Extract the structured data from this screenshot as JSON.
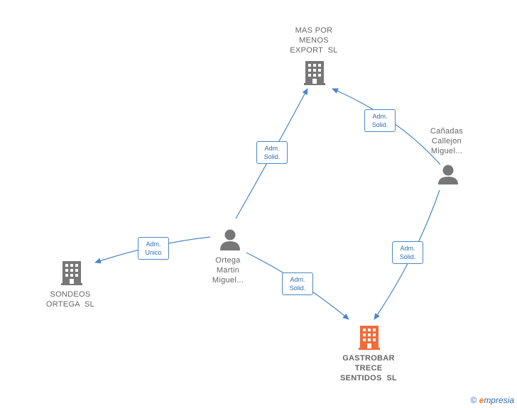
{
  "colors": {
    "edge": "#4a86c8",
    "company": "#777777",
    "focus": "#f26b3a",
    "person": "#777777"
  },
  "nodes": {
    "mas_por_menos": {
      "lines": [
        "MAS POR",
        "MENOS",
        "EXPORT  SL"
      ],
      "icon": "building-icon"
    },
    "canadas": {
      "lines": [
        "Cañadas",
        "Callejon",
        "Miguel..."
      ],
      "icon": "person-icon"
    },
    "ortega": {
      "lines": [
        "Ortega",
        "Martin",
        "Miguel..."
      ],
      "icon": "person-icon"
    },
    "sondeos": {
      "lines": [
        "SONDEOS",
        "ORTEGA  SL"
      ],
      "icon": "building-icon"
    },
    "gastrobar": {
      "lines": [
        "GASTROBAR",
        "TRECE",
        "SENTIDOS  SL"
      ],
      "icon": "building-icon"
    }
  },
  "edges": {
    "ortega_mas": {
      "lines": [
        "Adm.",
        "Solid."
      ]
    },
    "canadas_mas": {
      "lines": [
        "Adm.",
        "Solid."
      ]
    },
    "ortega_sondeos": {
      "lines": [
        "Adm.",
        "Unico"
      ]
    },
    "ortega_gastrobar": {
      "lines": [
        "Adm.",
        "Solid."
      ]
    },
    "canadas_gastrobar": {
      "lines": [
        "Adm.",
        "Solid."
      ]
    }
  },
  "footer": {
    "copyright": "©",
    "brand_initial": "e",
    "brand_rest": "mpresia"
  }
}
